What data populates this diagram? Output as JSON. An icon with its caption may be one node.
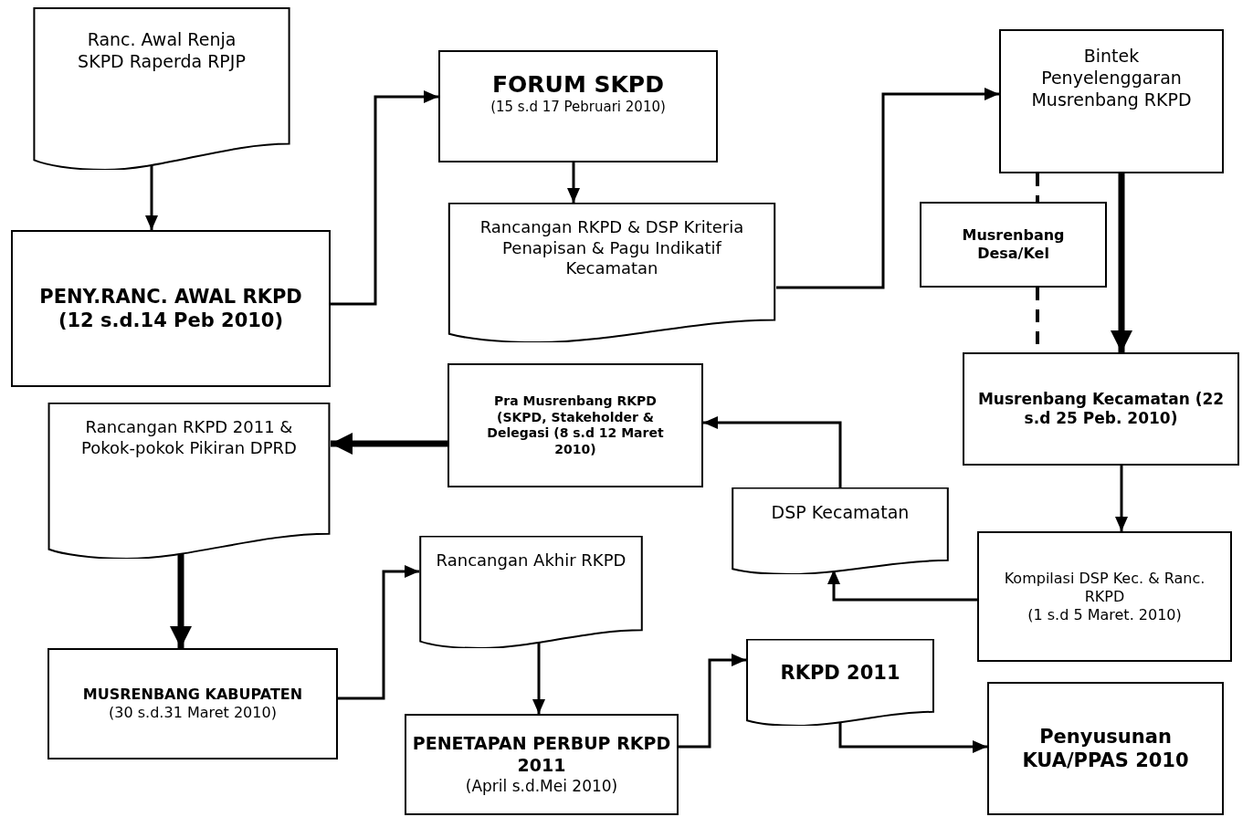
{
  "diagram": {
    "nodes": [
      {
        "text": [
          "Ranc. Awal Renja SKPD Raperda RPJP"
        ]
      },
      {
        "text": [
          "PENY.RANC. AWAL RKPD (12 s.d.14 Peb 2010)"
        ]
      },
      {
        "text": [
          "FORUM SKPD",
          "(15 s.d 17 Pebruari 2010)"
        ]
      },
      {
        "text": [
          "Rancangan RKPD & DSP Kriteria Penapisan & Pagu Indikatif Kecamatan"
        ]
      },
      {
        "text": [
          "Bintek Penyelenggaran Musrenbang RKPD"
        ]
      },
      {
        "text": [
          "Musrenbang Desa/Kel"
        ]
      },
      {
        "text": [
          "Musrenbang Kecamatan (22 s.d 25 Peb. 2010)"
        ]
      },
      {
        "text": [
          "Pra Musrenbang RKPD (SKPD, Stakeholder & Delegasi (8 s.d 12 Maret 2010)"
        ]
      },
      {
        "text": [
          "Rancangan RKPD 2011 & Pokok-pokok Pikiran DPRD"
        ]
      },
      {
        "text": [
          "MUSRENBANG KABUPATEN",
          "(30 s.d.31 Maret 2010)"
        ]
      },
      {
        "text": [
          "Rancangan Akhir RKPD"
        ]
      },
      {
        "text": [
          "PENETAPAN PERBUP RKPD 2011",
          "(April s.d.Mei 2010)"
        ]
      },
      {
        "text": [
          "DSP Kecamatan"
        ]
      },
      {
        "text": [
          "Kompilasi DSP Kec. & Ranc. RKPD",
          "(1 s.d 5 Maret. 2010)"
        ]
      },
      {
        "text": [
          "RKPD 2011"
        ]
      },
      {
        "text": [
          "Penyusunan KUA/PPAS 2010"
        ]
      }
    ],
    "edges": [
      {
        "from": 0,
        "to": 1,
        "arrow": "to"
      },
      {
        "from": 1,
        "to": 2,
        "arrow": "to"
      },
      {
        "from": 2,
        "to": 3,
        "arrow": "to"
      },
      {
        "from": 3,
        "to": 4,
        "arrow": "to"
      },
      {
        "from": 4,
        "to": 6,
        "arrow": "to",
        "style": "thick"
      },
      {
        "from": 4,
        "to": 5,
        "arrow": "none",
        "style": "dashed"
      },
      {
        "from": 5,
        "to": 6,
        "arrow": "none",
        "style": "dashed"
      },
      {
        "from": 6,
        "to": 13,
        "arrow": "to"
      },
      {
        "from": 13,
        "to": 12,
        "arrow": "to"
      },
      {
        "from": 12,
        "to": 7,
        "arrow": "to"
      },
      {
        "from": 7,
        "to": 8,
        "arrow": "to",
        "style": "thick"
      },
      {
        "from": 8,
        "to": 9,
        "arrow": "to",
        "style": "thick"
      },
      {
        "from": 9,
        "to": 10,
        "arrow": "to"
      },
      {
        "from": 10,
        "to": 11,
        "arrow": "to"
      },
      {
        "from": 11,
        "to": 14,
        "arrow": "to"
      },
      {
        "from": 14,
        "to": 15,
        "arrow": "to"
      }
    ]
  }
}
